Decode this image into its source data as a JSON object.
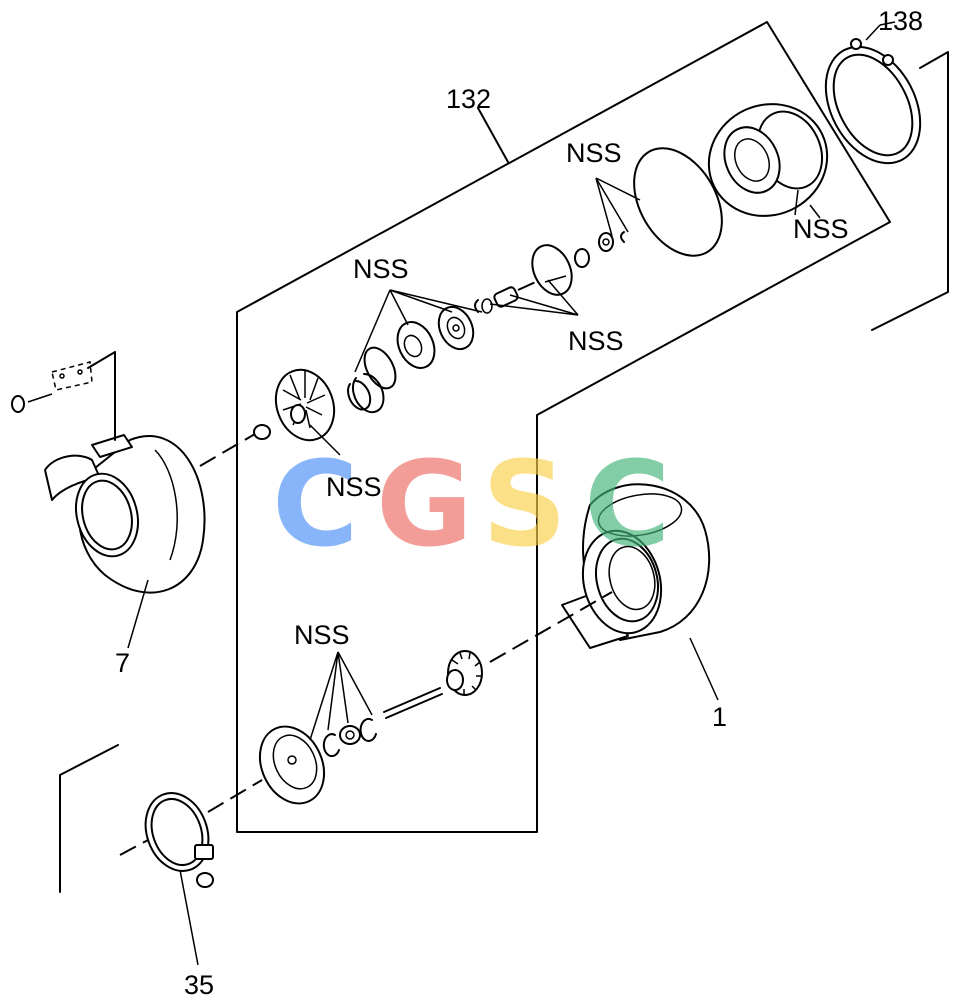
{
  "labels": {
    "part_132": "132",
    "part_138": "138",
    "part_7": "7",
    "part_1": "1",
    "part_35": "35",
    "nss": "NSS"
  },
  "watermark": {
    "letters": [
      "C",
      "G",
      "S",
      "C"
    ],
    "colors": [
      "#4a8df6",
      "#ee6a62",
      "#fbd04a",
      "#42b378"
    ]
  }
}
